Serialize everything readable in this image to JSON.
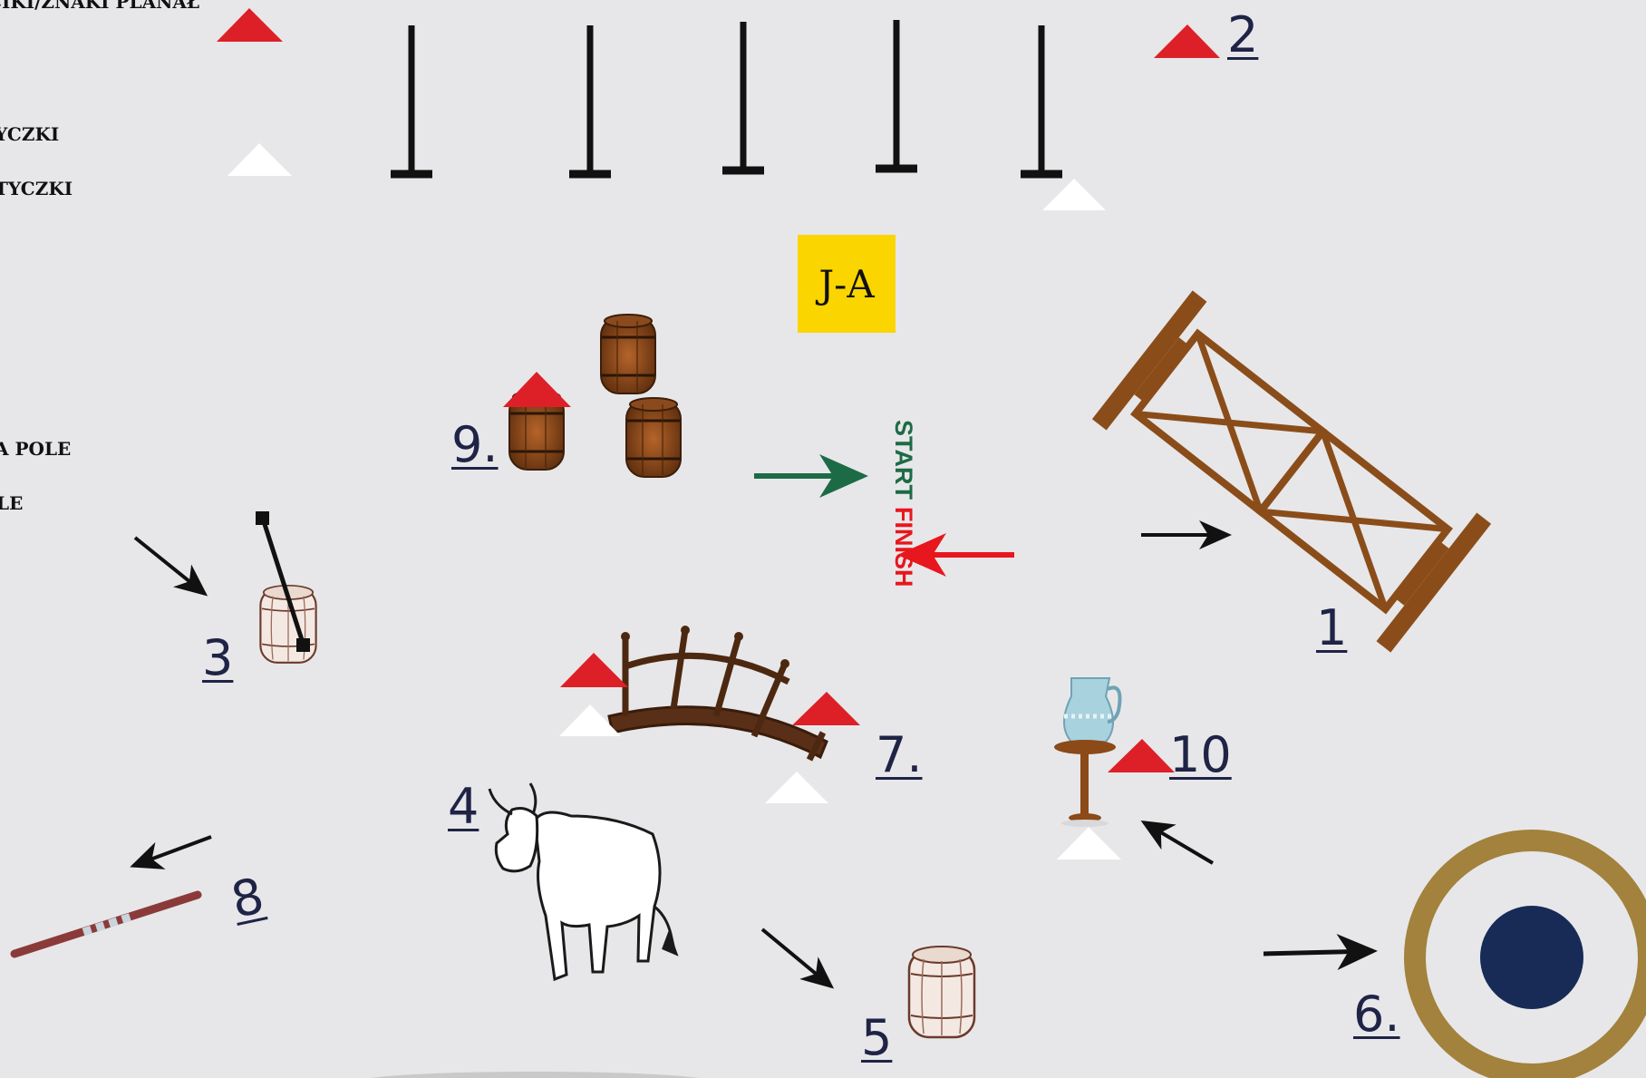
{
  "legend": [
    {
      "id": "legend-top",
      "text": "ŁOŚCIKI/ZNAKI PLANAŁ"
    },
    {
      "id": "legend-yczki",
      "text": "YCZKI"
    },
    {
      "id": "legend-tyczki",
      "text": "TYCZKI"
    },
    {
      "id": "legend-pole",
      "text": "A POLE"
    },
    {
      "id": "legend-le",
      "text": "LE"
    }
  ],
  "judge_label": "J-A",
  "start_label": "START",
  "finish_label": "FINISH",
  "obstacle_numbers": {
    "n1": "1",
    "n2": "2",
    "n3": "3",
    "n4": "4",
    "n5": "5",
    "n6": "6.",
    "n7": "7.",
    "n8": "8",
    "n9": "9.",
    "n10": "10"
  },
  "colors": {
    "background": "#e7e7e9",
    "red_flag": "#dd2027",
    "white_flag": "#ffffff",
    "start_green": "#1d6b46",
    "finish_red": "#e8161d",
    "gate_brown": "#8a4d1a",
    "ring_gold": "#a2823c",
    "ring_navy": "#172b56",
    "judge_yellow": "#fbd500"
  },
  "icons": [
    "red-flag-icon",
    "white-flag-icon",
    "pole-icon",
    "barrel-icon",
    "gate-icon",
    "bridge-icon",
    "bull-icon",
    "jug-icon",
    "lance-icon",
    "ring-target-icon",
    "arrow-icon"
  ]
}
